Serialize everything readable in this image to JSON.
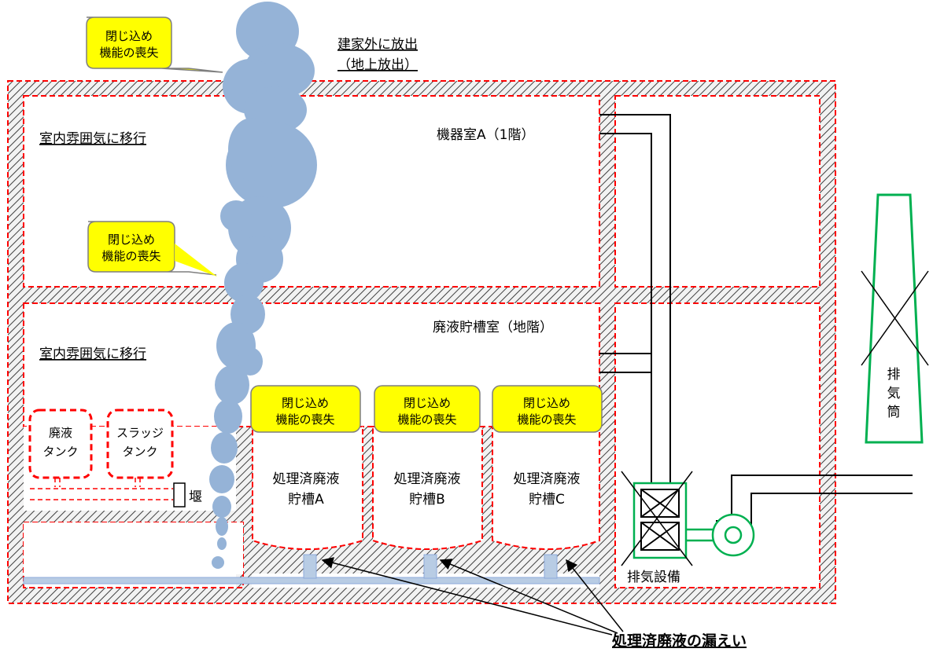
{
  "callouts": {
    "containment_loss_top": [
      "閉じ込め",
      "機能の喪失"
    ],
    "containment_loss_mid": [
      "閉じ込め",
      "機能の喪失"
    ],
    "containment_loss_tank_a": [
      "閉じ込め",
      "機能の喪失"
    ],
    "containment_loss_tank_b": [
      "閉じ込め",
      "機能の喪失"
    ],
    "containment_loss_tank_c": [
      "閉じ込め",
      "機能の喪失"
    ]
  },
  "labels": {
    "release_outside": [
      "建家外に放出",
      "（地上放出）"
    ],
    "room_atmosphere_upper": "室内雰囲気に移行",
    "room_atmosphere_lower": "室内雰囲気に移行",
    "equipment_room": "機器室A（1階）",
    "waste_tank_room": "廃液貯槽室（地階）",
    "waste_tank": [
      "廃液",
      "タンク"
    ],
    "sludge_tank": [
      "スラッジ",
      "タンク"
    ],
    "weir": "堰",
    "tank_a": [
      "処理済廃液",
      "貯槽A"
    ],
    "tank_b": [
      "処理済廃液",
      "貯槽B"
    ],
    "tank_c": [
      "処理済廃液",
      "貯槽C"
    ],
    "exhaust_equipment": "排気設備",
    "stack": [
      "排",
      "気",
      "筒"
    ],
    "leak": "処理済廃液の漏えい"
  },
  "colors": {
    "callout_fill": "#ffff00",
    "boundary_red": "#ff0000",
    "hatch_fill": "#d9d9d9",
    "plume": "#95b3d7",
    "stack_green": "#00b050",
    "leak_liquid": "#b8cce4"
  }
}
